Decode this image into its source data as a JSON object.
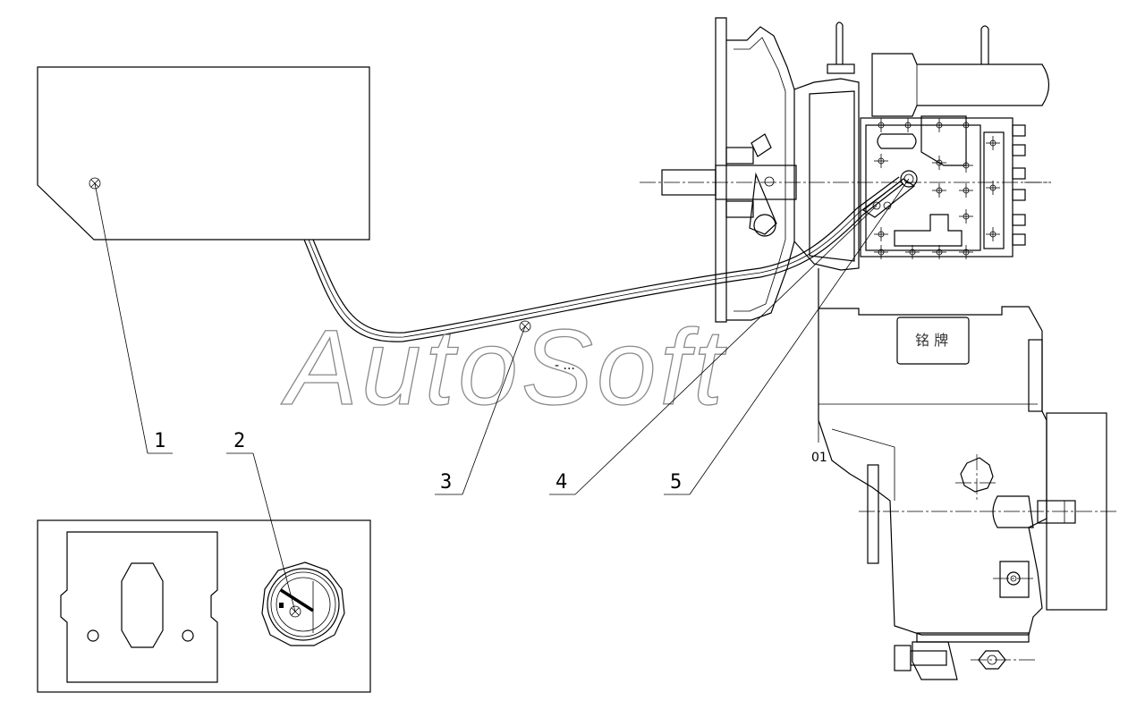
{
  "callouts": [
    {
      "id": "1",
      "label": "1"
    },
    {
      "id": "2",
      "label": "2"
    },
    {
      "id": "3",
      "label": "3"
    },
    {
      "id": "4",
      "label": "4"
    },
    {
      "id": "5",
      "label": "5"
    }
  ],
  "labels": {
    "small_01": "01",
    "nameplate": "铭 牌"
  },
  "watermark": "AutoSoft",
  "colors": {
    "line": "#000000",
    "watermark": "#8a8a8a",
    "background": "#ffffff"
  }
}
